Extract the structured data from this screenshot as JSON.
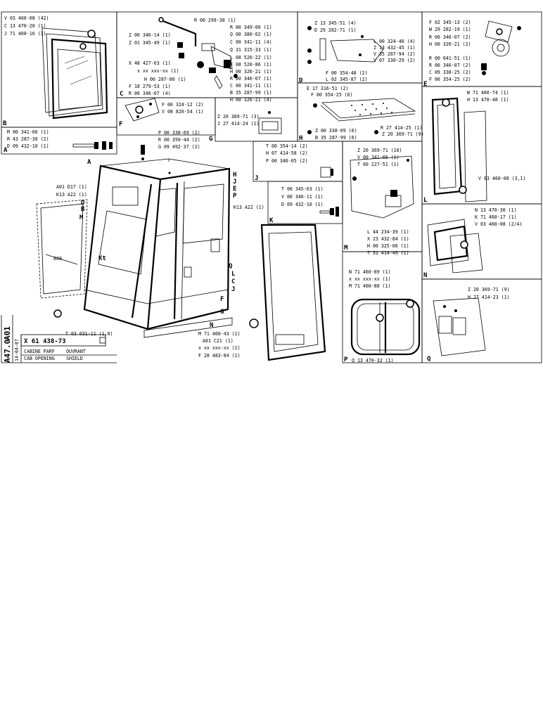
{
  "sheet": {
    "side_codes": [
      "A01",
      "A47.0"
    ],
    "date_code": "14-04-87",
    "ref_number": "X 61 438-73",
    "title_fr_1": "CABINE PARF",
    "title_en_1": "CAB OPENING",
    "title_fr_2": "OUVRANT",
    "title_en_2": "SHIELD"
  },
  "panels": {
    "A": {
      "letter": "A",
      "parts": [
        "M 00 341-66 (1)",
        "R 43 287-30 (2)",
        "D 09 432-10 (1)"
      ]
    },
    "B": {
      "letter": "B",
      "parts": [
        "V 03 460-08 (42)",
        "C 13 470-20 (1)",
        "J 71 460-16 (1)"
      ]
    },
    "C": {
      "letter": "C",
      "parts": [
        "R 00 299-38 (1)",
        "Z 00 346-14 (1)",
        "Z 01 345-49 (1)",
        "R 00 349-06 (1)",
        "Q 00 380-02 (1)",
        "C 00 341-11 (4)",
        "Q 31 315-33 (1)",
        "L 08 520-22 (1)",
        "F 08 520-86 (1)",
        "X 48 427-63 (1)",
        "x xx xxx-xx (1)",
        "H 00 326-21 (1)",
        "H 00 287-80 (1)",
        "R 00 346-07 (1)",
        "F 18 279-53 (1)",
        "C 00 341-11 (1)",
        "B 35 287-99 (1)",
        "R 00 346-07 (4)",
        "H 00 326-21 (4)"
      ]
    },
    "D": {
      "letter": "D",
      "parts": [
        "Z 13 345-51 (4)",
        "D 29 282-71 (1)",
        "L 00 324-40 (4)",
        "Z 13 432-45 (1)",
        "V 35 287-94 (2)",
        "V 07 330-29 (2)",
        "F 00 354-48 (2)",
        "L 02 345-87 (2)"
      ]
    },
    "E": {
      "letter": "E",
      "parts": [
        "F 02 345-13 (2)",
        "W 29 282-19 (1)",
        "R 00 346-07 (2)",
        "H 00 326-21 (2)",
        "R 00 041-51 (1)",
        "R 00 346-07 (2)",
        "C 09 338-25 (2)",
        "F 00 354-25 (2)"
      ]
    },
    "F": {
      "letter": "F",
      "parts": [
        "F 00 324-12 (2)",
        "V 08 820-54 (1)"
      ]
    },
    "G": {
      "letter": "G",
      "parts": [
        "Z 20 369-71 (3)",
        "J 27 414-24 (1)"
      ]
    },
    "H": {
      "letter": "H",
      "parts": [
        "E 17 316-51 (2)",
        "F 00 354-25 (6)",
        "R 27 414-25 (1)",
        "Z 00 338-09 (6)",
        "Z 20 369-71 (9)",
        "B 35 287-99 (6)"
      ]
    },
    "J": {
      "letter": "J",
      "parts": [
        "T 00 354-14 (2)",
        "H 07 414-58 (2)",
        "P 00 346-05 (2)"
      ]
    },
    "K": {
      "letter": "K",
      "parts": [
        "T 00 345-63 (1)",
        "V 00 346-11 (1)",
        "D 09 432-10 (1)"
      ]
    },
    "L": {
      "letter": "L",
      "parts": [
        "W 71 460-74 (1)",
        "H 13 470-48 (1)",
        "V 03 460-08 (3,1)"
      ]
    },
    "M": {
      "letter": "M",
      "parts": [
        "Z 20 369-71 (10)",
        "V 00 341-05 (1)",
        "T 60 227-51 (1)",
        "L 44 234-39 (1)",
        "X 23 432-84 (1)",
        "H 00 325-06 (1)",
        "T 31 414-49 (1)"
      ]
    },
    "N": {
      "letter": "N",
      "parts": [
        "N 13 470-30 (1)",
        "K 71 460-17 (1)",
        "V 03 460-08 (2/4)"
      ]
    },
    "P": {
      "letter": "P",
      "parts": [
        "N 71 460-89 (1)",
        "x xx xxx-xx (1)",
        "M 71 460-88 (1)",
        "Q 13 470-32 (1)"
      ]
    },
    "Q": {
      "letter": "Q",
      "parts": [
        "Z 20 369-71 (9)",
        "H 27 414-23 (1)"
      ]
    },
    "main": {
      "parts": [
        "P 00 338-69 (2)",
        "R 00 350-44 (2)",
        "G 09 492-37 (2)",
        "A01 D17 (1)",
        "K13 A22 (1)",
        "K13 A22 (1)",
        "T 03 031-11 (1,0)",
        "M 71 460-43 (1)",
        "A01 C21 (1)",
        "x xx xxx-xx (1)",
        "F 28 483-84 (1)"
      ],
      "callouts": [
        "A",
        "B",
        "D",
        "M",
        "Kt",
        "H",
        "J",
        "E",
        "P",
        "Q",
        "L",
        "C",
        "J",
        "F",
        "G",
        "N",
        "800"
      ]
    }
  }
}
